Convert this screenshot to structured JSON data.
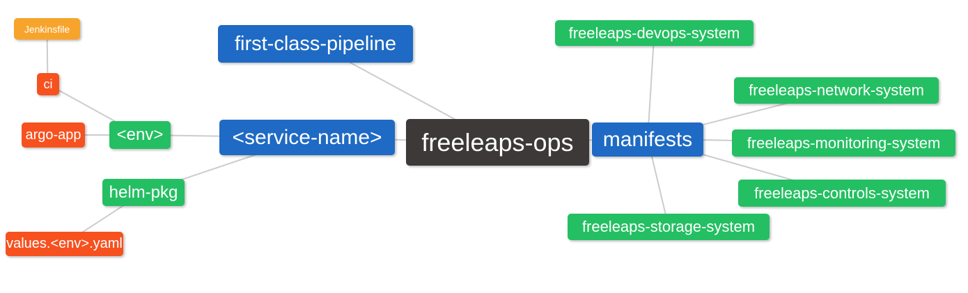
{
  "diagram": {
    "type": "mindmap",
    "background_color": "#ffffff",
    "edge_color": "#cccccc",
    "palette": {
      "root_node": "#3d3939",
      "primary_branch": "#1e6ac4",
      "green_node": "#24bf62",
      "orange_node": "#f7a42c",
      "red_node": "#f6511f",
      "text": "#ffffff"
    },
    "nodes": {
      "root": {
        "label": "freeleaps-ops",
        "color": "#3d3939"
      },
      "first_class_pipeline": {
        "label": "first-class-pipeline",
        "color": "#1e6ac4"
      },
      "service_name": {
        "label": "<service-name>",
        "color": "#1e6ac4"
      },
      "manifests": {
        "label": "manifests",
        "color": "#1e6ac4"
      },
      "env": {
        "label": "<env>",
        "color": "#24bf62"
      },
      "helm_pkg": {
        "label": "helm-pkg",
        "color": "#24bf62"
      },
      "ci": {
        "label": "ci",
        "color": "#f6511f"
      },
      "argo_app": {
        "label": "argo-app",
        "color": "#f6511f"
      },
      "values_env_yaml": {
        "label": "values.<env>.yaml",
        "color": "#f6511f"
      },
      "jenkinsfile": {
        "label": "Jenkinsfile",
        "color": "#f7a42c"
      },
      "devops_system": {
        "label": "freeleaps-devops-system",
        "color": "#24bf62"
      },
      "network_system": {
        "label": "freeleaps-network-system",
        "color": "#24bf62"
      },
      "monitoring_system": {
        "label": "freeleaps-monitoring-system",
        "color": "#24bf62"
      },
      "controls_system": {
        "label": "freeleaps-controls-system",
        "color": "#24bf62"
      },
      "storage_system": {
        "label": "freeleaps-storage-system",
        "color": "#24bf62"
      }
    },
    "edges": [
      {
        "from": "jenkinsfile",
        "to": "ci"
      },
      {
        "from": "ci",
        "to": "env"
      },
      {
        "from": "argo_app",
        "to": "env"
      },
      {
        "from": "env",
        "to": "service_name"
      },
      {
        "from": "helm_pkg",
        "to": "service_name"
      },
      {
        "from": "values_env_yaml",
        "to": "helm_pkg"
      },
      {
        "from": "first_class_pipeline",
        "to": "root"
      },
      {
        "from": "service_name",
        "to": "root"
      },
      {
        "from": "root",
        "to": "manifests"
      },
      {
        "from": "manifests",
        "to": "devops_system"
      },
      {
        "from": "manifests",
        "to": "network_system"
      },
      {
        "from": "manifests",
        "to": "monitoring_system"
      },
      {
        "from": "manifests",
        "to": "controls_system"
      },
      {
        "from": "manifests",
        "to": "storage_system"
      }
    ]
  }
}
